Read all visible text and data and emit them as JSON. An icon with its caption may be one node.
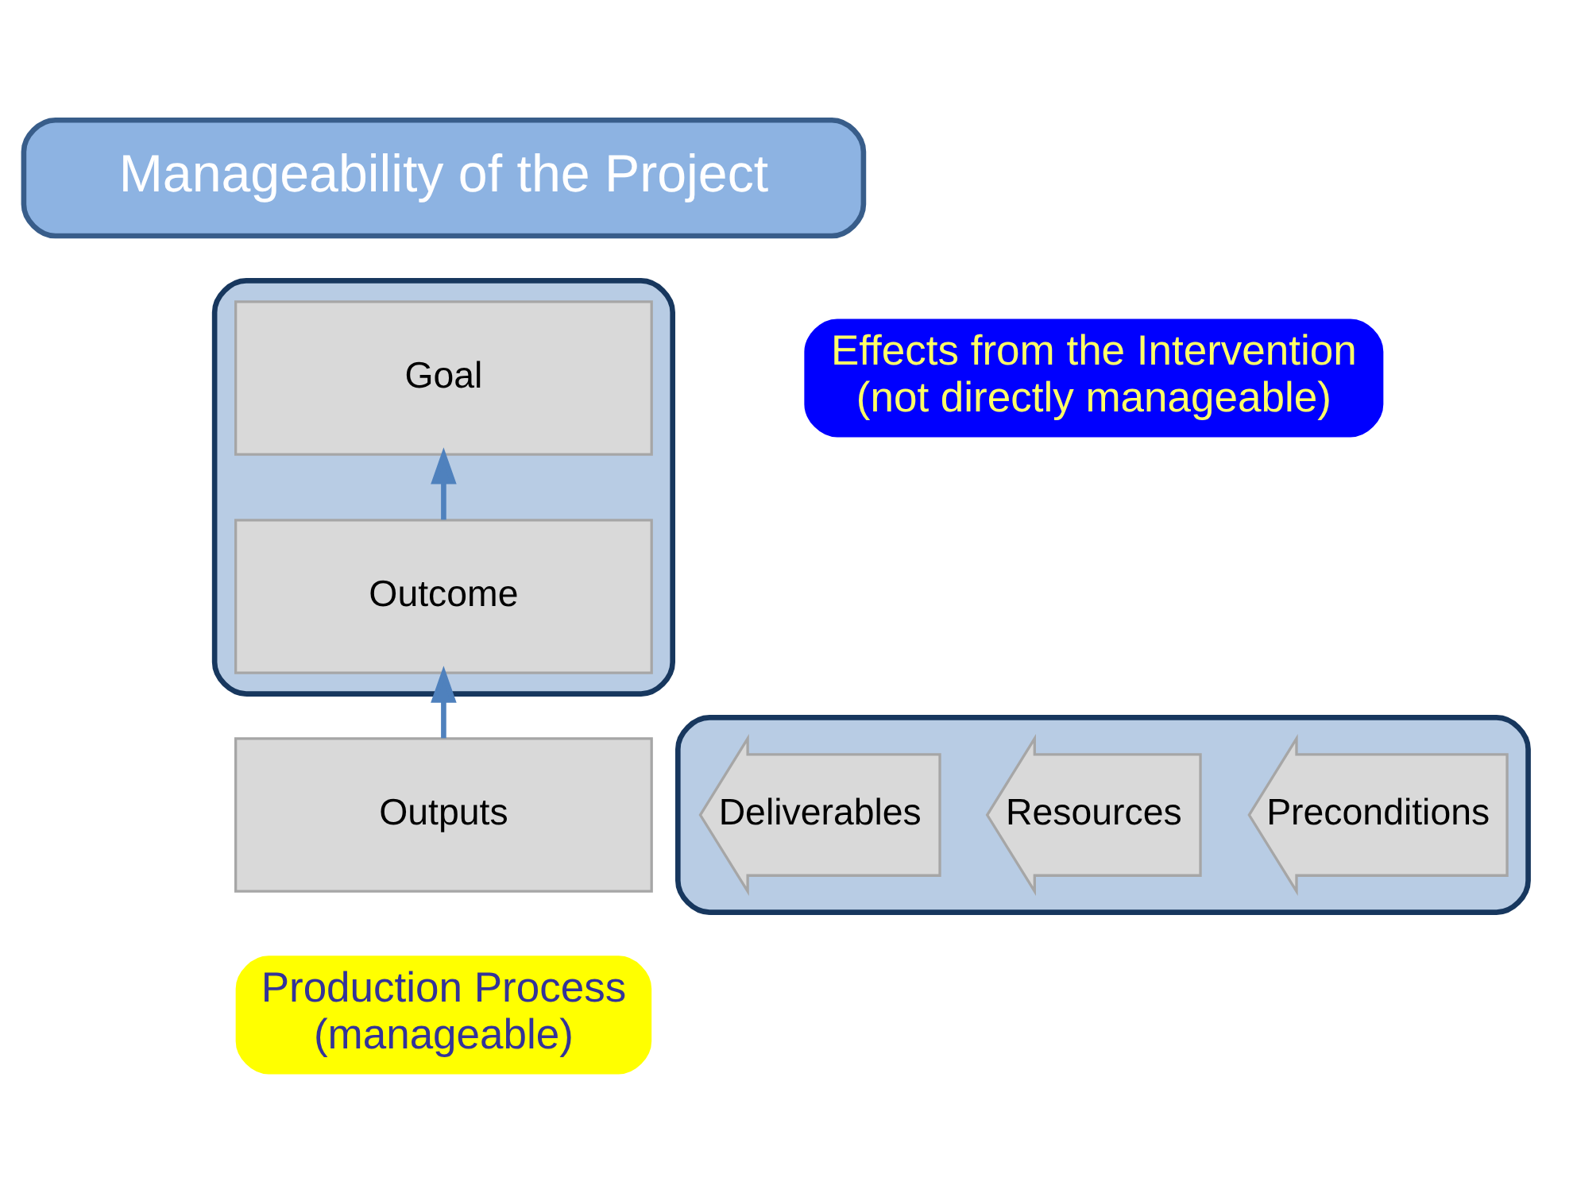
{
  "diagram": {
    "nodes": [
      {
        "text": [
          "Manageability of the Project"
        ]
      },
      {
        "text": [],
        "shape": "box"
      },
      {
        "text": [
          "Goal"
        ],
        "in": 1
      },
      {
        "text": [
          "Outcome"
        ],
        "in": 1
      },
      {
        "text": [
          "Outputs"
        ]
      },
      {
        "text": [],
        "shape": "box"
      },
      {
        "text": [
          "Deliverables"
        ],
        "in": 5
      },
      {
        "text": [
          "Resources"
        ],
        "in": 5
      },
      {
        "text": [
          "Preconditions"
        ],
        "in": 5
      },
      {
        "text": [
          "Effects from the Intervention",
          "(not directly manageable)"
        ]
      },
      {
        "text": [
          "Production Process",
          "(manageable)"
        ]
      }
    ],
    "edges": [
      {
        "from": 4,
        "to": 3,
        "arrow": "to"
      },
      {
        "from": 3,
        "to": 2,
        "arrow": "to"
      }
    ]
  }
}
